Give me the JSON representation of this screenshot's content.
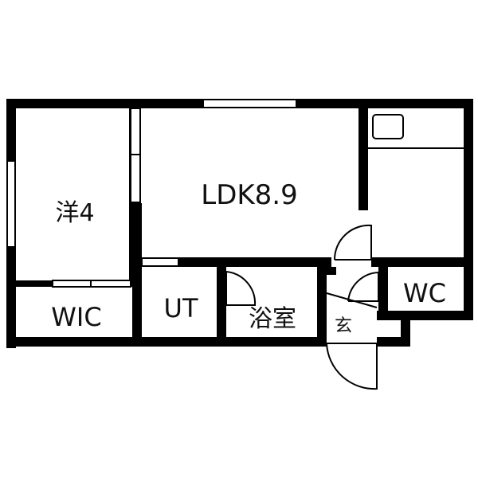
{
  "rooms": {
    "western_room": "洋4",
    "ldk": "LDK8.9",
    "wic": "WIC",
    "ut": "UT",
    "bath": "浴室",
    "entrance": "玄",
    "wc": "WC"
  },
  "colors": {
    "wall": "#000000",
    "background": "#ffffff",
    "text": "#111111"
  }
}
